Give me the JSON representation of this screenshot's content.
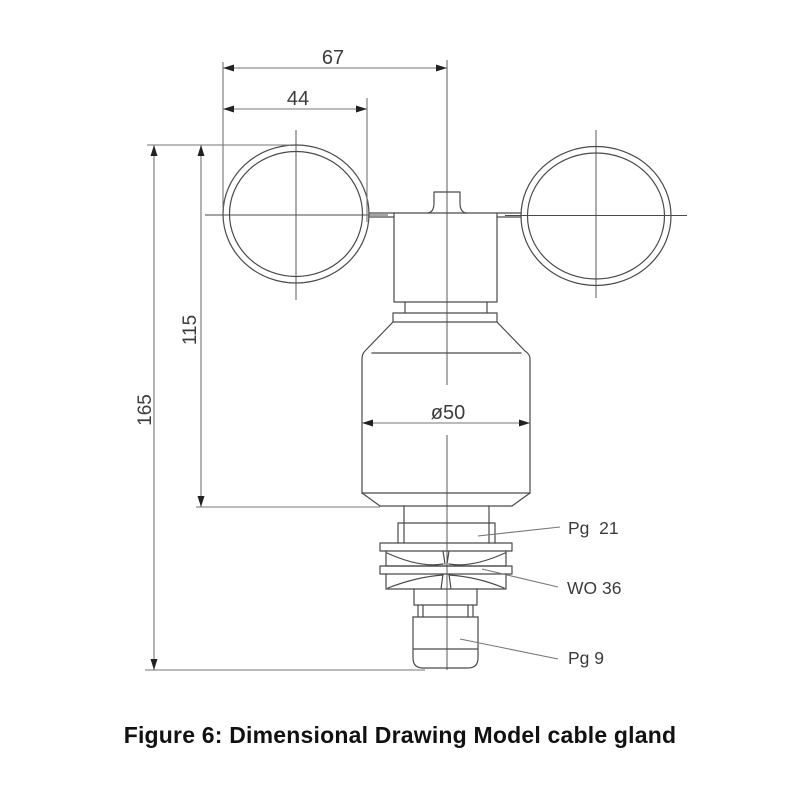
{
  "figure": {
    "caption": "Figure 6: Dimensional Drawing Model cable gland"
  },
  "dimensions": {
    "axis_to_cup_edge": "67",
    "cup_diameter": "44",
    "rotor_height": "115",
    "total_height": "165",
    "body_diameter": "ø50"
  },
  "part_labels": {
    "upper_thread": "Pg  21",
    "lock_nut": "WO 36",
    "cable_gland": "Pg 9"
  },
  "colors": {
    "outline": "#4a4a4a",
    "dimension": "#757575",
    "arrow": "#222222",
    "text": "#3c3c3c",
    "caption": "#111111",
    "background": "#ffffff"
  }
}
